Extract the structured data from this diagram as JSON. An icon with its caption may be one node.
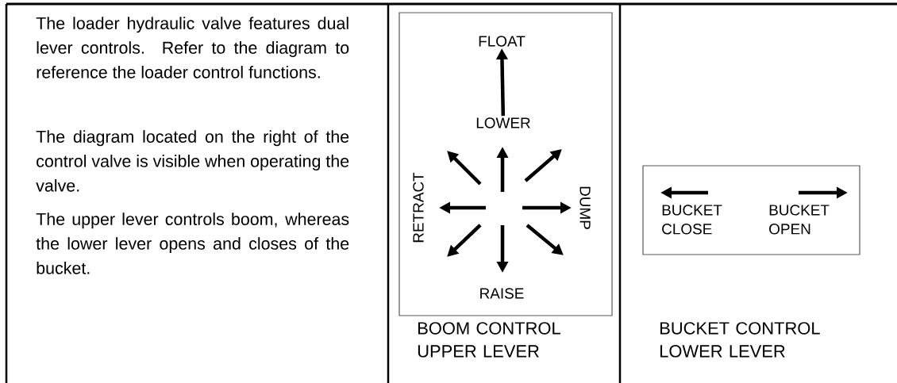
{
  "diagram": {
    "nodes": [
      {
        "text": [
          "RETRACT",
          "DUMP",
          "RAISE",
          "BOOM CONTROL UPPER LEVER"
        ]
      },
      {
        "text": [
          "FLOAT"
        ],
        "in": 0
      },
      {
        "text": [
          "LOWER"
        ],
        "in": 0
      },
      {
        "text": [
          "BUCKET CLOSE",
          "BUCKET OPEN",
          "BUCKET CONTROL LOWER LEVER"
        ]
      }
    ],
    "edges": [
      {
        "from": 2,
        "to": 1,
        "arrow": "to"
      }
    ],
    "labels": [
      "The loader hydraulic valve features dual lever controls. Refer to the diagram to  reference the loader control functions.",
      "The diagram located on the right of the control valve is visible when operating the valve.",
      "The upper lever controls boom, whereas the lower lever opens and closes of the bucket."
    ]
  }
}
